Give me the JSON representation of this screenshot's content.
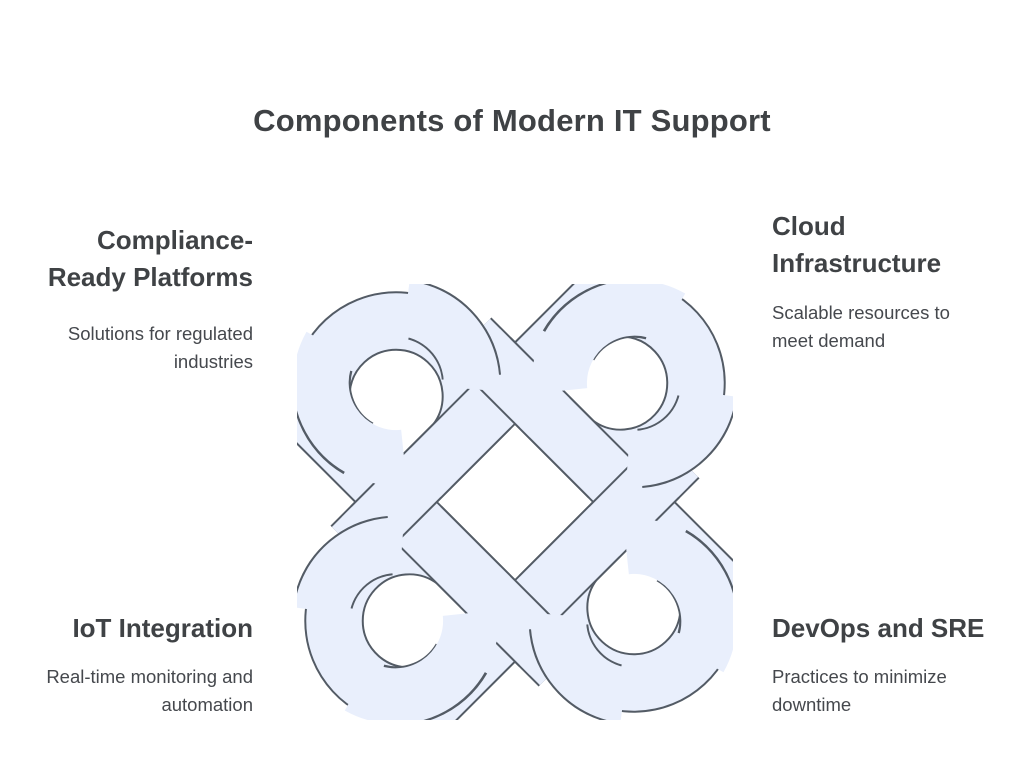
{
  "title": "Components of Modern IT Support",
  "knot": {
    "name": "interlaced-knot",
    "fill": "#e9effc",
    "stroke": "#535b65"
  },
  "colors": {
    "heading": "#3f4245",
    "body": "#45484d",
    "background": "#ffffff"
  },
  "components": {
    "top_left": {
      "heading": "Compliance-Ready Platforms",
      "description": "Solutions for regulated industries"
    },
    "top_right": {
      "heading": "Cloud Infrastructure",
      "description": "Scalable resources to meet demand"
    },
    "bottom_left": {
      "heading": "IoT Integration",
      "description": "Real-time monitoring and automation"
    },
    "bottom_right": {
      "heading": "DevOps and SRE",
      "description": "Practices to minimize downtime"
    }
  }
}
